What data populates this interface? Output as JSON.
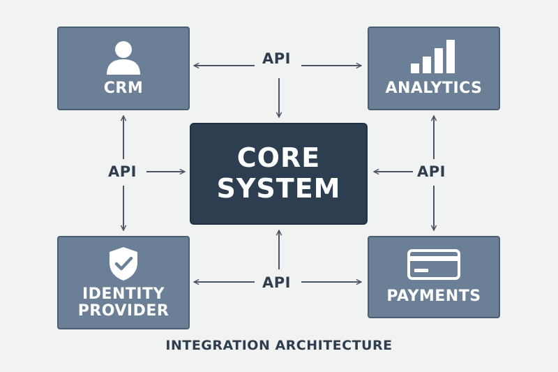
{
  "nodes": {
    "crm": {
      "label": "CRM",
      "icon": "user-icon"
    },
    "analytics": {
      "label": "ANALYTICS",
      "icon": "bar-chart-icon"
    },
    "core": {
      "label_line1": "CORE",
      "label_line2": "SYSTEM"
    },
    "identity": {
      "label_line1": "IDENTITY",
      "label_line2": "PROVIDER",
      "icon": "shield-check-icon"
    },
    "payments": {
      "label": "PAYMENTS",
      "icon": "credit-card-icon"
    }
  },
  "connectors": {
    "top": "API",
    "left": "API",
    "right": "API",
    "bottom": "API"
  },
  "caption": "INTEGRATION ARCHITECTURE",
  "colors": {
    "background": "#f1f2f2",
    "node": "#6b8096",
    "core": "#2c3e50",
    "line": "#4a5566",
    "text": "#2f3e4e"
  }
}
